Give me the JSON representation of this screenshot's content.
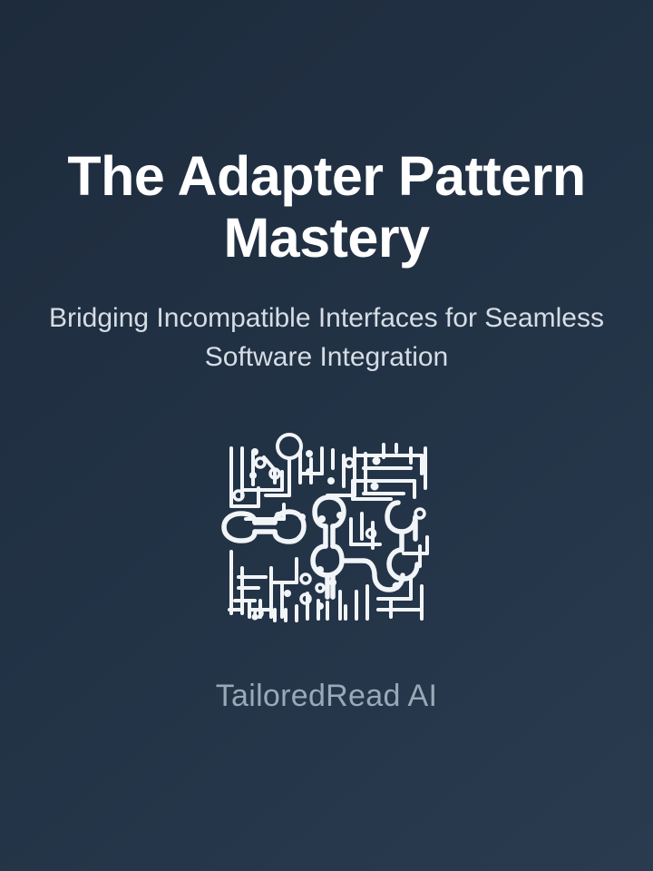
{
  "cover": {
    "title": "The Adapter Pattern Mastery",
    "subtitle": "Bridging Incompatible Interfaces for Seamless Software Integration",
    "publisher": "TailoredRead AI",
    "emblem": {
      "name": "circuit-puzzle-piece-icon",
      "description": "Interlocking jigsaw puzzle pieces drawn as printed-circuit-board traces with pads, vias and solder dots"
    },
    "colors": {
      "background_top": "#1d2b3c",
      "background_mid": "#223245",
      "background_bottom": "#2a3b50",
      "title_text": "#ffffff",
      "subtitle_text": "#d6dde5",
      "publisher_text": "#9aa8b8",
      "emblem_stroke": "#f2f5f8"
    }
  }
}
